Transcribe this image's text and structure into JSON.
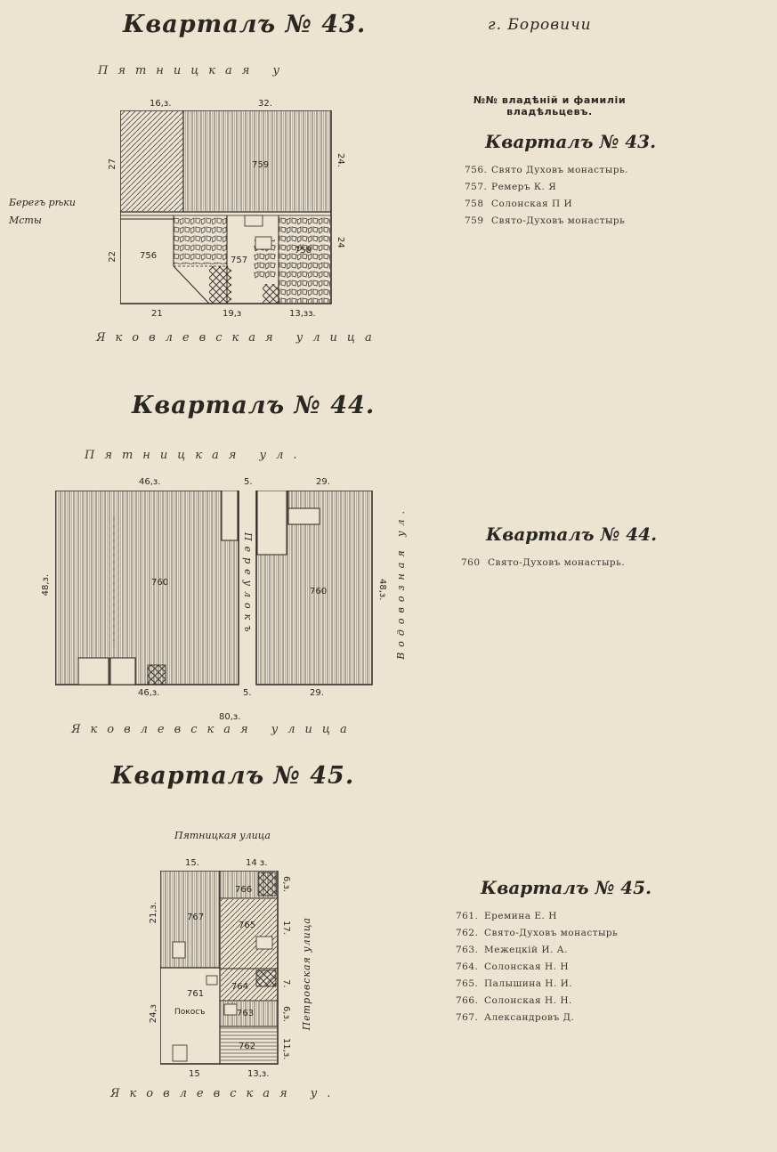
{
  "header": {
    "town": "г. Боровичи"
  },
  "columns_header": "№№ владѣній и фамиліи владѣльцевъ.",
  "blocks": [
    {
      "title": "Кварталъ № 43.",
      "streets": {
        "top": "Пятницкая у",
        "bottom": "Яковлевская улица",
        "left": "Берегъ рѣки Мсты"
      },
      "dims": {
        "top_a": "16,з.",
        "top_b": "32.",
        "left_a": "27",
        "left_b": "22",
        "right_a": "24.",
        "right_b": "24",
        "bottom_a": "21",
        "bottom_b": "19,з",
        "bottom_c": "13,зз."
      },
      "parcels": [
        "759",
        "756",
        "757",
        "758"
      ],
      "list_title": "Кварталъ № 43.",
      "owners": [
        {
          "no": "756.",
          "name": "Свято Духовъ монастырь."
        },
        {
          "no": "757.",
          "name": "Ремеръ К. Я"
        },
        {
          "no": "758",
          "name": "Солонская П И"
        },
        {
          "no": "759",
          "name": "Свято-Духовъ монастырь"
        }
      ]
    },
    {
      "title": "Кварталъ № 44.",
      "streets": {
        "top": "Пятницкая ул.",
        "bottom": "Яковлевская улица",
        "middle": "Переулокъ",
        "right": "Водовозная ул."
      },
      "dims": {
        "top_a": "46,з.",
        "top_b": "5.",
        "top_c": "29.",
        "left": "48,з.",
        "right": "48,з.",
        "bottom_a": "46,з.",
        "bottom_b": "5.",
        "bottom_c": "29.",
        "total": "80,з."
      },
      "parcels": [
        "760",
        "760"
      ],
      "list_title": "Кварталъ № 44.",
      "owners": [
        {
          "no": "760",
          "name": "Свято-Духовъ монастырь."
        }
      ]
    },
    {
      "title": "Кварталъ № 45.",
      "streets": {
        "top": "Пятницкая улица",
        "bottom": "Яковлевская у.",
        "right": "Петровская улица"
      },
      "dims": {
        "top_a": "15.",
        "top_b": "14 з.",
        "left_a": "21,з.",
        "left_b": "24,з",
        "right_a": "6,з.",
        "right_b": "17.",
        "right_c": "7.",
        "right_d": "6,з.",
        "right_e": "11,з.",
        "bottom_a": "15",
        "bottom_b": "13,з."
      },
      "parcels": [
        "766",
        "767",
        "765",
        "761",
        "764",
        "763",
        "762"
      ],
      "cemetery": "Покосъ",
      "list_title": "Кварталъ № 45.",
      "owners": [
        {
          "no": "761.",
          "name": "Еремина Е. Н"
        },
        {
          "no": "762.",
          "name": "Свято-Духовъ монастырь"
        },
        {
          "no": "763.",
          "name": "Межецкій И. А."
        },
        {
          "no": "764.",
          "name": "Солонская Н. Н"
        },
        {
          "no": "765.",
          "name": "Палышина Н. И."
        },
        {
          "no": "766.",
          "name": "Солонская Н. Н."
        },
        {
          "no": "767.",
          "name": "Александровъ Д."
        }
      ]
    }
  ]
}
